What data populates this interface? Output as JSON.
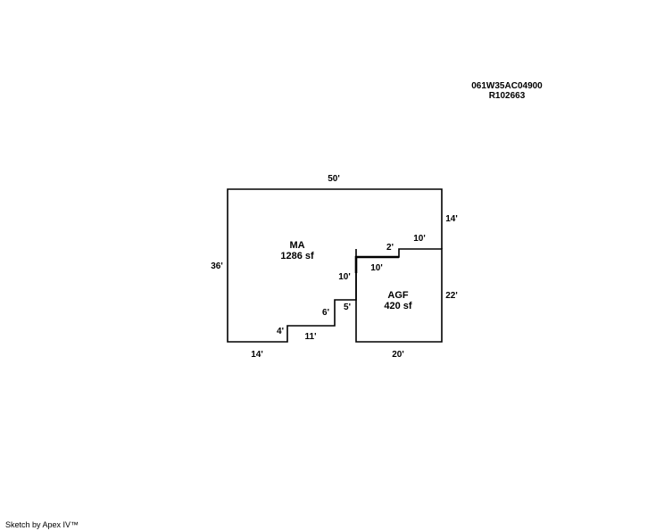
{
  "parcel": {
    "map_number": "061W35AC04900",
    "account_number": "R102663"
  },
  "areas": {
    "main": {
      "code": "MA",
      "size": "1286 sf"
    },
    "garage": {
      "code": "AGF",
      "size": "420 sf"
    }
  },
  "dimensions": {
    "top": "50'",
    "left": "36'",
    "right_upper": "14'",
    "right_lower": "22'",
    "bottom_left": "14'",
    "step_up_small": "4'",
    "step_run": "11'",
    "step_up": "6'",
    "notch_5": "5'",
    "garage_left": "10'",
    "garage_top_left": "10'",
    "step_top": "2'",
    "garage_top_right": "10'",
    "bottom_garage": "20'"
  },
  "footer": {
    "text": "Sketch by Apex IV™"
  }
}
